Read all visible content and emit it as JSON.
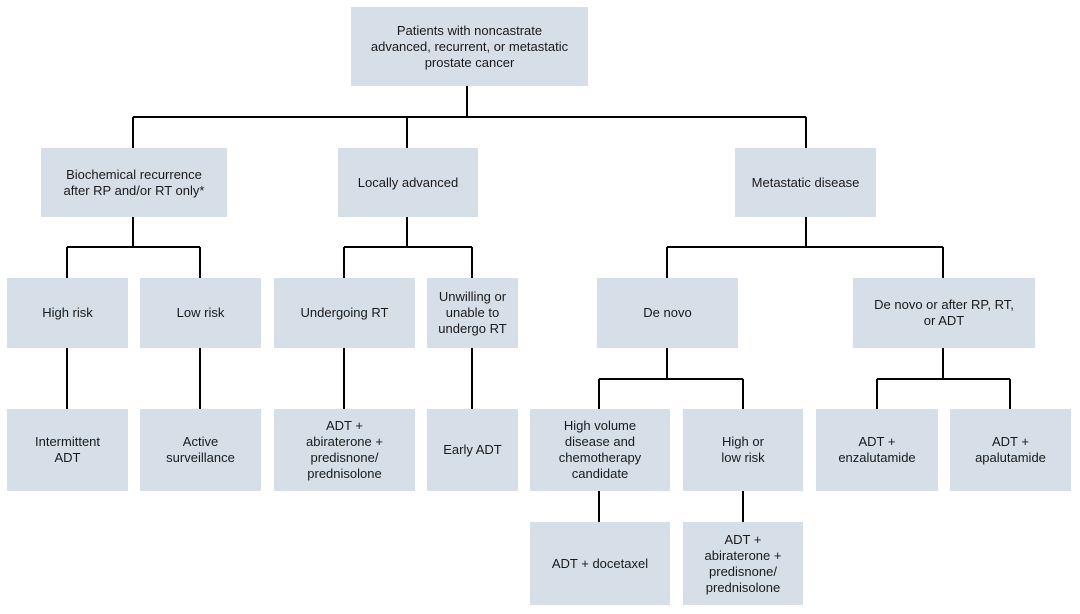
{
  "nodes": {
    "root": "Patients with noncastrate\nadvanced, recurrent, or metastatic\nprostate cancer",
    "biochemical": "Biochemical recurrence\nafter RP and/or RT only*",
    "locally_advanced": "Locally advanced",
    "metastatic": "Metastatic disease",
    "high_risk": "High risk",
    "low_risk": "Low risk",
    "undergoing_rt": "Undergoing RT",
    "unwilling_rt": "Unwilling or\nunable to\nundergo RT",
    "de_novo": "De novo",
    "de_novo_after": "De novo or after RP, RT,\nor ADT",
    "intermittent_adt": "Intermittent\nADT",
    "active_surveillance": "Active\nsurveillance",
    "adt_abiraterone_rt": "ADT +\nabiraterone +\npredisnone/\nprednisolone",
    "early_adt": "Early ADT",
    "high_volume": "High volume\ndisease and\nchemotherapy\ncandidate",
    "high_low_risk": "High or\nlow risk",
    "adt_enzalutamide": "ADT +\nenzalutamide",
    "adt_apalutamide": "ADT +\napalutamide",
    "adt_docetaxel": "ADT + docetaxel",
    "adt_abiraterone_denovo": "ADT +\nabiraterone +\npredisnone/\nprednisolone"
  },
  "colors": {
    "box_fill": "#d6dee8",
    "line": "#000000",
    "text": "#1a1a1a"
  }
}
